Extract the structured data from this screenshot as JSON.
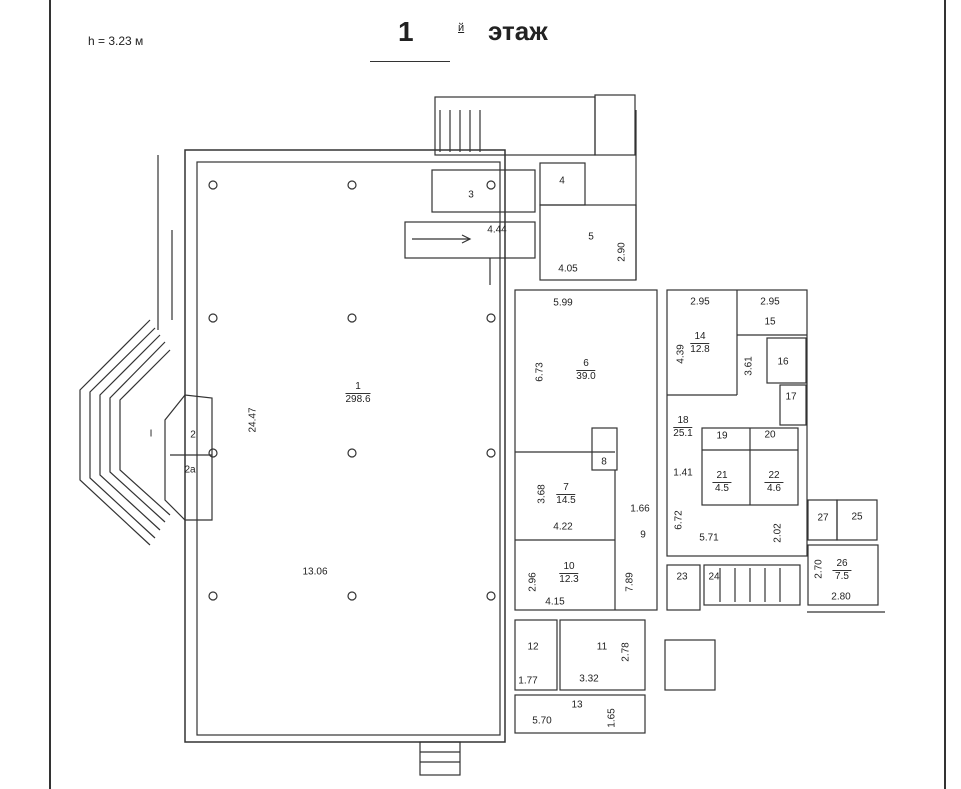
{
  "header": {
    "height_label": "h = 3.23 м",
    "floor_number": "1",
    "floor_suffix": "й",
    "floor_word": "этаж"
  },
  "rooms": {
    "r1": {
      "num": "1",
      "area": "298.6",
      "len": "24.47",
      "wid": "13.06"
    },
    "r2": {
      "num": "2"
    },
    "r2a": {
      "num": "2а"
    },
    "entrance": {
      "num": "I"
    },
    "r3": {
      "num": "3"
    },
    "r4": {
      "num": "4"
    },
    "r5": {
      "num": "5",
      "d1": "4.05",
      "d2": "2.90"
    },
    "corridor": {
      "d1": "4.44"
    },
    "r6": {
      "num": "6",
      "area": "39.0",
      "d1": "5.99",
      "d2": "6.73"
    },
    "r7": {
      "num": "7",
      "area": "14.5",
      "d1": "3.68",
      "d2": "4.22"
    },
    "r8": {
      "num": "8"
    },
    "r9": {
      "num": "9",
      "d1": "1.66",
      "d2": "7.89"
    },
    "r10": {
      "num": "10",
      "area": "12.3",
      "d1": "2.96",
      "d2": "4.15"
    },
    "r11": {
      "num": "11",
      "d1": "3.32",
      "d2": "2.78"
    },
    "r12": {
      "num": "12",
      "d1": "1.77"
    },
    "r13": {
      "num": "13",
      "d1": "5.70",
      "d2": "1.65"
    },
    "r14": {
      "num": "14",
      "area": "12.8",
      "d1": "2.95",
      "d2": "4.39"
    },
    "r15": {
      "num": "15",
      "d1": "2.95"
    },
    "r16": {
      "num": "16",
      "d1": "3.61"
    },
    "r17": {
      "num": "17"
    },
    "r18": {
      "num": "18",
      "area": "25.1",
      "d1": "1.41",
      "d2": "6.72",
      "d3": "5.71",
      "d4": "2.02"
    },
    "r19": {
      "num": "19"
    },
    "r20": {
      "num": "20"
    },
    "r21": {
      "num": "21",
      "area": "4.5"
    },
    "r22": {
      "num": "22",
      "area": "4.6"
    },
    "r23": {
      "num": "23"
    },
    "r24": {
      "num": "24"
    },
    "r25": {
      "num": "25"
    },
    "r26": {
      "num": "26",
      "area": "7.5",
      "d1": "2.70",
      "d2": "2.80"
    },
    "r27": {
      "num": "27"
    }
  }
}
